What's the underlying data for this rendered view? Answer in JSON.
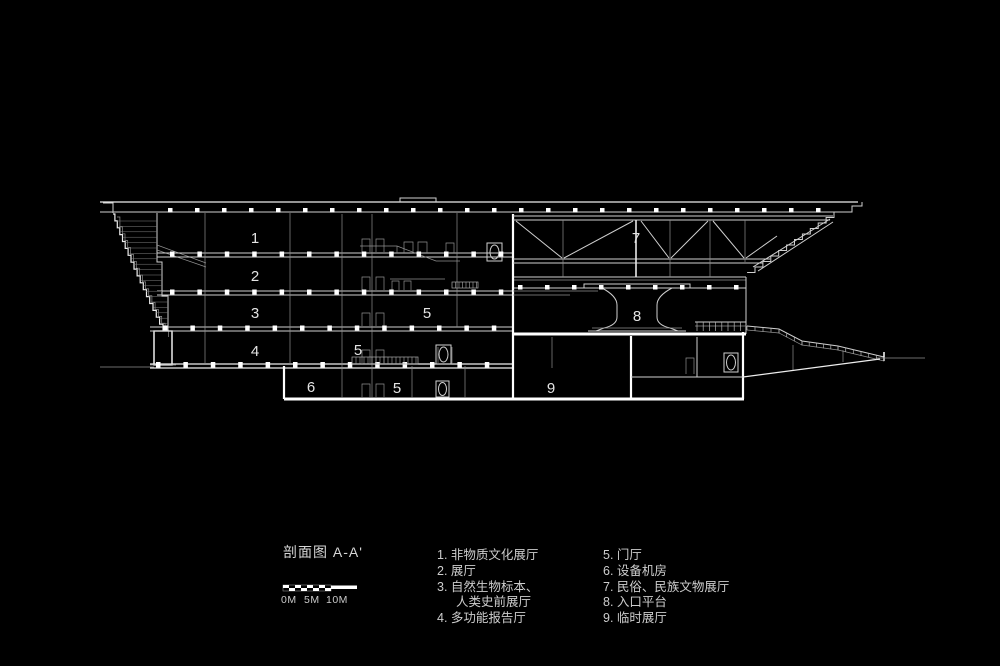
{
  "title": "剖面图 A-A'",
  "scale_bar": {
    "labels": [
      "0M",
      "5M",
      "10M"
    ]
  },
  "rooms": [
    "1",
    "2",
    "3",
    "4",
    "5",
    "5",
    "5",
    "6",
    "7",
    "8",
    "9"
  ],
  "legend": {
    "left": [
      "1. 非物质文化展厅",
      "2. 展厅",
      "3. 自然生物标本、",
      "人类史前展厅",
      "4. 多功能报告厅"
    ],
    "right": [
      "5. 门厅",
      "6. 设备机房",
      "7. 民俗、民族文物展厅",
      "8. 入口平台",
      "9. 临时展厅"
    ]
  },
  "colors": {
    "background": "#000000",
    "linework": "#cccccc",
    "bright": "#ffffff"
  }
}
